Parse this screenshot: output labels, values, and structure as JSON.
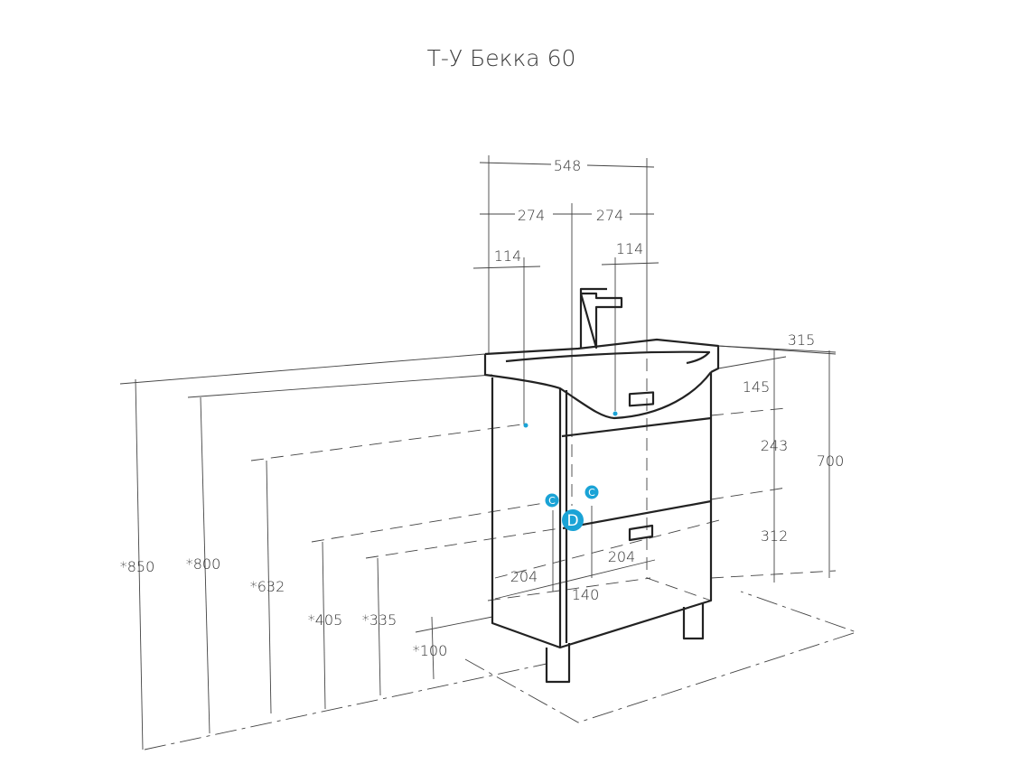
{
  "title": "Т-У Бекка 60",
  "dimensions": {
    "width_total": "548",
    "half_left": "274",
    "half_right": "274",
    "offset_left": "114",
    "offset_right": "114",
    "depth": "315",
    "basin_height": "145",
    "drawer_top": "243",
    "drawer_bottom": "312",
    "cabinet_height": "700",
    "bottom_left": "204",
    "bottom_right": "204",
    "bottom_center": "140",
    "h850": "*850",
    "h800": "*800",
    "h632": "*632",
    "h405": "*405",
    "h335": "*335",
    "h100": "*100"
  },
  "markers": {
    "c1": "C",
    "c2": "C",
    "d": "D"
  },
  "colors": {
    "marker": "#1aa3d6",
    "line": "#222222"
  }
}
